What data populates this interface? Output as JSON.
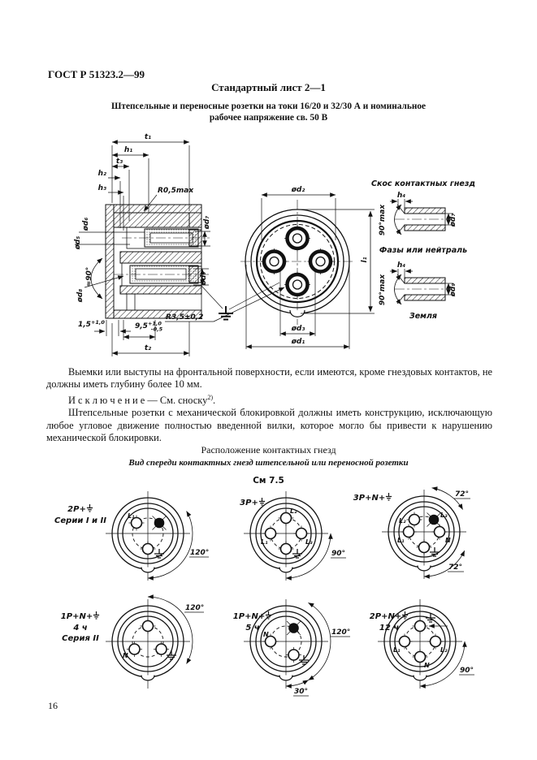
{
  "page": {
    "number": "16"
  },
  "header": {
    "doc_id": "ГОСТ Р 51323.2—99"
  },
  "sheet": {
    "title": "Стандартный лист 2—1",
    "subtitle1": "Штепсельные и переносные розетки на токи 16/20 и 32/30 А и номинальное",
    "subtitle2": "рабочее напряжение св. 50 В"
  },
  "xsec": {
    "t1": "t₁",
    "h1": "h₁",
    "t3": "t₃",
    "h2": "h₂",
    "h3": "h₃",
    "r05": "R0,5max",
    "d6": "ød₆",
    "d5": "ød₅",
    "a90": "≈90°",
    "d8": "ød₈",
    "dim15": {
      "base": "1,5",
      "tol": "+1,0"
    },
    "dim95": {
      "base": "9,5",
      "tol_up": "+1,0",
      "tol_dn": "-0,5"
    },
    "t2": "t₂",
    "d7": "ød₇",
    "d9": "ød₉"
  },
  "front": {
    "d2": "ød₂",
    "l1": "l₁",
    "r35": "R3,5±0,2",
    "d3": "ød₃",
    "d1": "ød₁"
  },
  "details": {
    "title": "Скос контактных гнезд",
    "h4": "h₄",
    "a90max": "90°max",
    "d7": "ød₇",
    "d9": "ød₉",
    "label_phase": "Фазы или нейтраль",
    "label_earth": "Земля"
  },
  "body": {
    "p1": "Выемки или выступы на фронтальной поверхности, если имеются, кроме гнездовых контактов, не должны иметь глубину более 10 мм.",
    "p2_lead": "И с к л ю ч е н и е — См. сноску",
    "p2_sup": "2)",
    "p2_tail": ".",
    "p3": "Штепсельные розетки с механической блокировкой должны иметь конструкцию, исключающую любое угловое движение полностью введенной вилки, которое могло бы привести к нарушению механической блокировки."
  },
  "arrangement": {
    "heading": "Расположение контактных гнезд",
    "subheading": "Вид спереди контактных гнезд штепсельной или переносной розетки",
    "ref": "См 7.5",
    "diagrams": [
      {
        "label": "2P+",
        "series": "Серии I и II",
        "angle1": "120°",
        "c1": "L₁"
      },
      {
        "label": "3P+",
        "angle1": "90°",
        "top": "L₂",
        "left": "L₁",
        "right": "L₃"
      },
      {
        "label": "3P+N+",
        "angle1": "72°",
        "angle2": "72°",
        "tl": "L₂",
        "tr": "L₃",
        "left": "L₁",
        "right": "N"
      },
      {
        "label": "1P+N+",
        "hours": "4 ч",
        "series": "Серия II",
        "angle1": "120°",
        "bl": "N"
      },
      {
        "label": "1P+N+",
        "hours": "5 ч",
        "angle1": "120°",
        "angle2": "30°",
        "left": "N"
      },
      {
        "label": "2P+N+",
        "hours": "12 ч",
        "angle1": "90°",
        "left": "L₁",
        "right": "L₂",
        "bottom": "N"
      }
    ]
  }
}
